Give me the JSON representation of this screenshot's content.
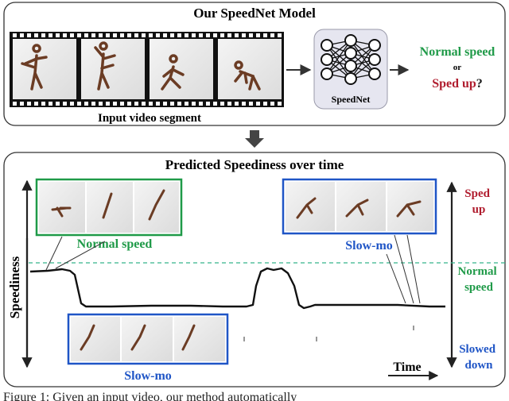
{
  "top_panel": {
    "title": "Our SpeedNet Model",
    "input_label": "Input video segment",
    "network_label": "SpeedNet",
    "output_normal": "Normal speed",
    "output_or": "or",
    "output_sped": "Sped up",
    "output_q": "?"
  },
  "bottom_panel": {
    "title": "Predicted Speediness over time",
    "y_axis_label": "Speediness",
    "x_axis_label": "Time",
    "callout_normal": "Normal speed",
    "callout_slowmo_right": "Slow-mo",
    "callout_slowmo_bottom": "Slow-mo",
    "right_sped_1": "Sped",
    "right_sped_2": "up",
    "right_normal_1": "Normal",
    "right_normal_2": "speed",
    "right_slowed_1": "Slowed",
    "right_slowed_2": "down"
  },
  "caption": "Figure 1: Given an input video, our method automatically",
  "colors": {
    "green": "#1f9a48",
    "red": "#b01c2e",
    "blue": "#1f55c6",
    "dash": "#35b58a",
    "panel_border": "#333333"
  }
}
